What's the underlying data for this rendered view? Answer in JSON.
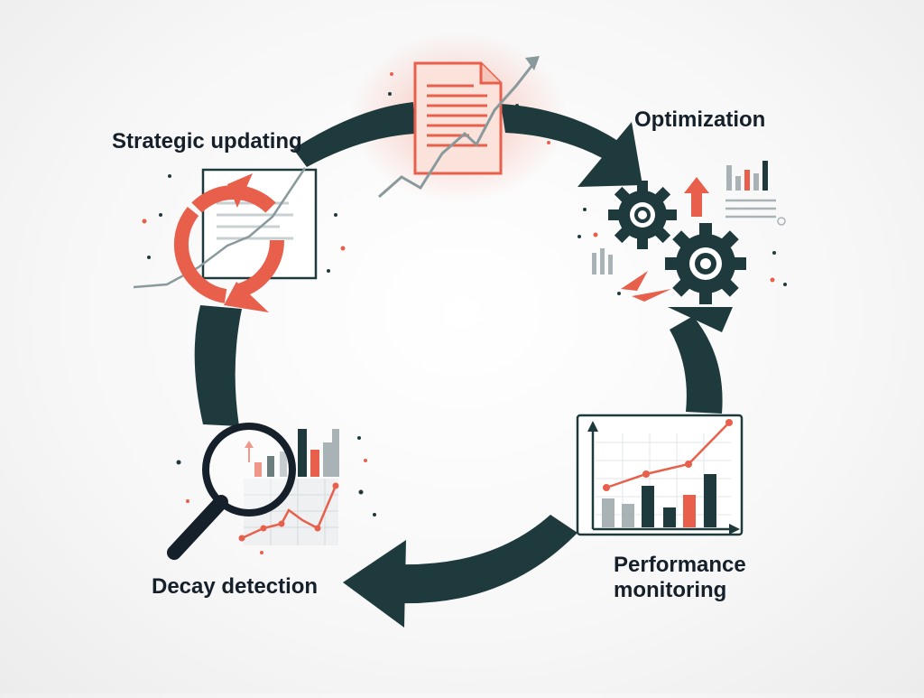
{
  "diagram": {
    "stages": [
      {
        "id": "optimization",
        "label": "Optimization",
        "icon": "gears-icon"
      },
      {
        "id": "performance",
        "label_line1": "Performance",
        "label_line2": "monitoring",
        "icon": "line-bar-chart-icon"
      },
      {
        "id": "decay",
        "label": "Decay detection",
        "icon": "magnifying-glass-icon"
      },
      {
        "id": "strategic",
        "label": "Strategic updating",
        "icon": "refresh-cycle-icon"
      }
    ],
    "center_icon": "document-trend-icon"
  },
  "colors": {
    "cycle_arrow": "#1f3a3d",
    "accent": "#e8604c",
    "dark_text": "#15202a",
    "muted": "#a9b3b6"
  }
}
